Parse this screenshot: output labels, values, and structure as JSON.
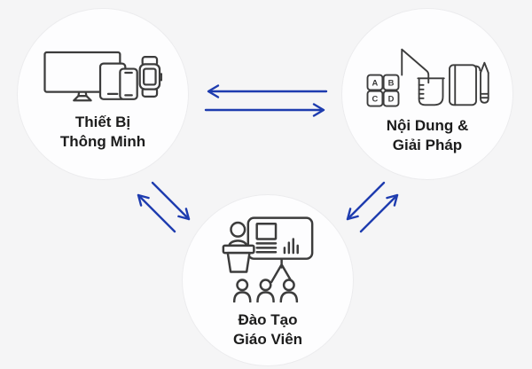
{
  "colors": {
    "background": "#f5f5f6",
    "circle_fill": "#fdfdfe",
    "circle_border": "#ececee",
    "arrow": "#1e3caf",
    "icon_stroke": "#3c3c3c",
    "label_text": "#1c1c1c"
  },
  "nodes": {
    "devices": {
      "label_line1": "Thiết Bị",
      "label_line2": "Thông Minh",
      "icon": "smart-devices-icon"
    },
    "content": {
      "label_line1": "Nội Dung &",
      "label_line2": "Giải Pháp",
      "icon": "content-solutions-icon",
      "block_letters": [
        "A",
        "B",
        "C",
        "D"
      ]
    },
    "training": {
      "label_line1": "Đào Tạo",
      "label_line2": "Giáo Viên",
      "icon": "teacher-training-icon"
    }
  },
  "connections": [
    {
      "from": "content",
      "to": "devices",
      "style": "horizontal-left-arrow"
    },
    {
      "from": "devices",
      "to": "content",
      "style": "horizontal-right-arrow"
    },
    {
      "from": "devices",
      "to": "training",
      "style": "diagonal-down-right-arrow"
    },
    {
      "from": "training",
      "to": "devices",
      "style": "diagonal-up-left-arrow"
    },
    {
      "from": "content",
      "to": "training",
      "style": "diagonal-down-left-arrow"
    },
    {
      "from": "training",
      "to": "content",
      "style": "diagonal-up-right-arrow"
    }
  ]
}
